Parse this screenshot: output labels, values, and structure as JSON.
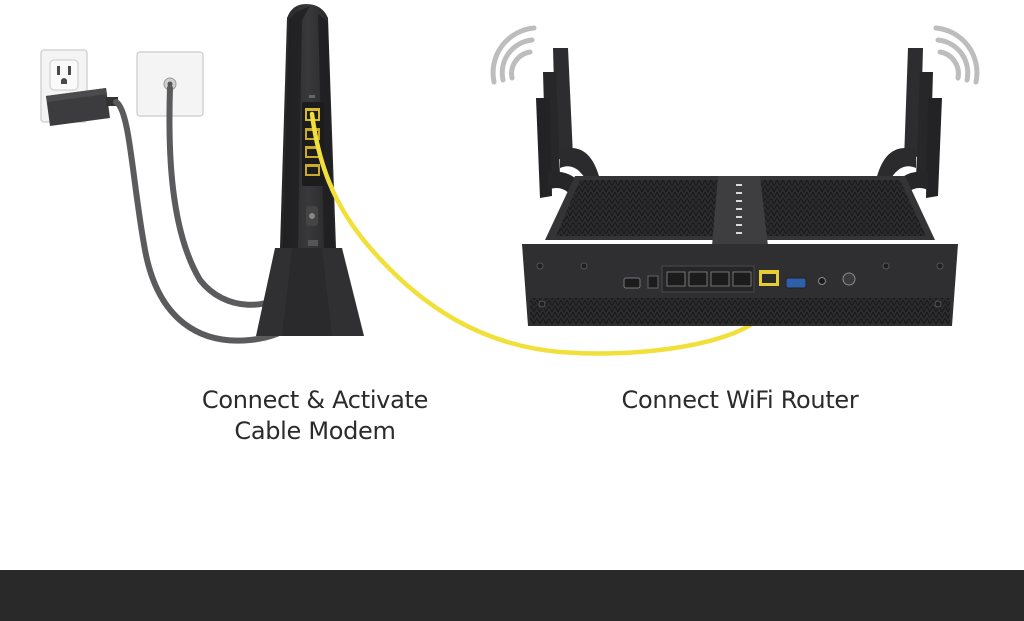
{
  "captions": {
    "modem_line1": "Connect & Activate",
    "modem_line2": "Cable Modem",
    "router": "Connect WiFi Router"
  },
  "icons": {
    "outlet": "power-outlet-icon",
    "coax_wall_plate": "coax-wall-plate-icon",
    "modem": "cable-modem-icon",
    "router": "wifi-router-icon",
    "wifi_signal": "wifi-signal-icon"
  },
  "colors": {
    "ethernet_cable": "#f2e03a",
    "device_body": "#2f2f31",
    "gray_cable": "#5b5b5d",
    "caption_text": "#2b2b2b",
    "footer_bar": "#2a2929"
  }
}
